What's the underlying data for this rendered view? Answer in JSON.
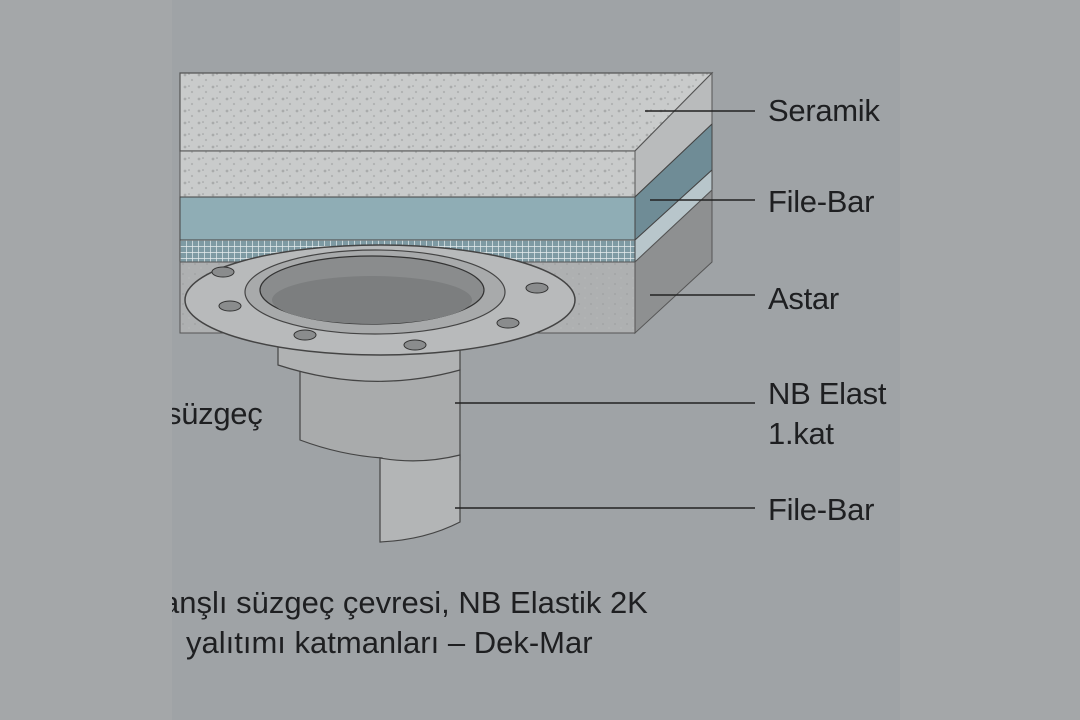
{
  "labels": {
    "seramik": "Seramik",
    "file_bar_top": "File-Bar",
    "astar": "Astar",
    "nb_elastik_line1": "NB Elast",
    "nb_elastik_line2": "1.kat",
    "file_bar_bottom": "File-Bar",
    "suzgec": "süzgeç"
  },
  "caption": {
    "line1": "anşlı süzgeç çevresi, NB Elastik 2K",
    "line2": "yalıtımı katmanları – Dek-Mar"
  },
  "colors": {
    "background": "#9fa3a6",
    "ceramic": "#c9cbcb",
    "membrane_blue": "#8fadb5",
    "primer": "#a9abac",
    "metal": "#b4b6b7",
    "text": "#1e1f21"
  }
}
